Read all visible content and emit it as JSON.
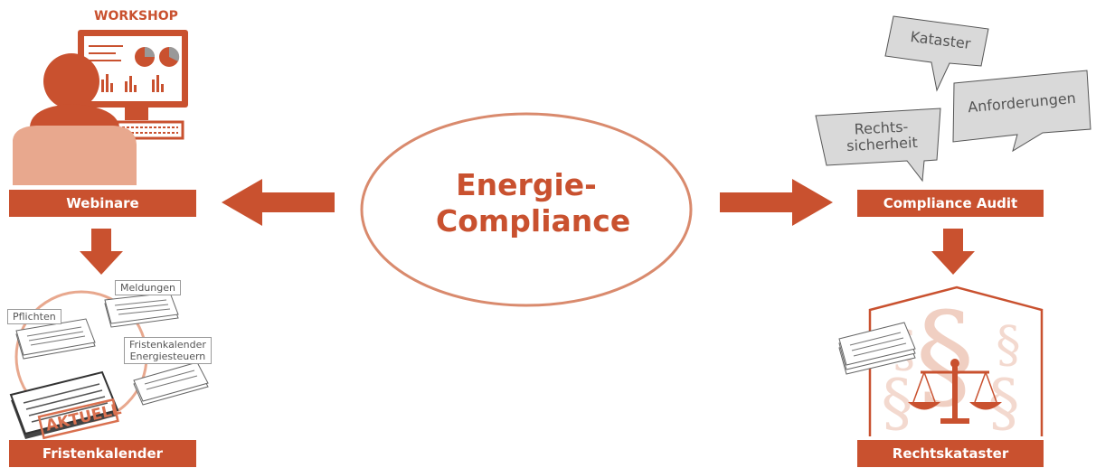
{
  "center": {
    "line1": "Energie-",
    "line2": "Compliance"
  },
  "left": {
    "workshop": "WORKSHOP",
    "webinare": "Webinare",
    "fristenkalender": "Fristenkalender",
    "tags": {
      "pflichten": "Pflichten",
      "meldungen": "Meldungen",
      "fk_line1": "Fristenkalender",
      "fk_line2": "Energiesteuern"
    },
    "stamp": "AKTUELL"
  },
  "right": {
    "compliance_audit": "Compliance Audit",
    "rechtskataster": "Rechtskataster",
    "bubbles": {
      "kataster": "Kataster",
      "anforderungen": "Anforderungen",
      "rechts_line1": "Rechts-",
      "rechts_line2": "sicherheit"
    }
  },
  "colors": {
    "accent": "#c9512f",
    "light": "#e8a88e",
    "bubble": "#d9d9d9"
  }
}
